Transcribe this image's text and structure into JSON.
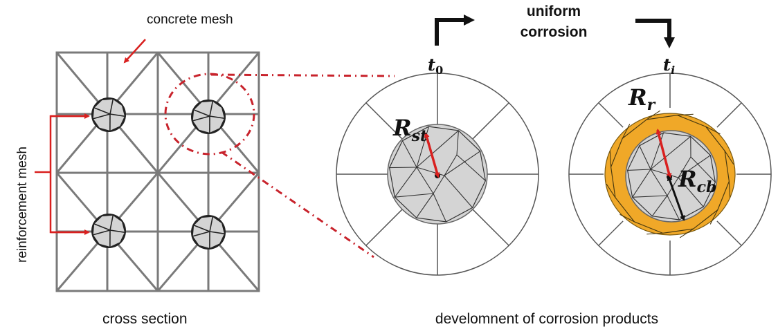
{
  "figure": {
    "labels": {
      "concrete_mesh": "concrete mesh",
      "reinforcement_mesh": "reinforcement mesh",
      "cross_section": "cross section",
      "development": "develomnent of corrosion products",
      "process_line1": "uniform",
      "process_line2": "corrosion"
    },
    "time_labels": {
      "t0_main": "t",
      "t0_sub": "0",
      "ti_main": "t",
      "ti_sub": "i"
    },
    "radius_labels": {
      "r_st_main": "R",
      "r_st_sub": "st",
      "r_r_main": "R",
      "r_r_sub": "r",
      "r_cb_main": "R",
      "r_cb_sub": "cb"
    },
    "colors": {
      "mesh_line": "#7a7a7a",
      "annotation_red": "#d9201f",
      "callout_red": "#c8232c",
      "steel_fill": "#d4d4d4",
      "corrosion_fill": "#f0a828",
      "outline": "#222222"
    },
    "bar_count": 4,
    "concrete_segments": 8
  }
}
